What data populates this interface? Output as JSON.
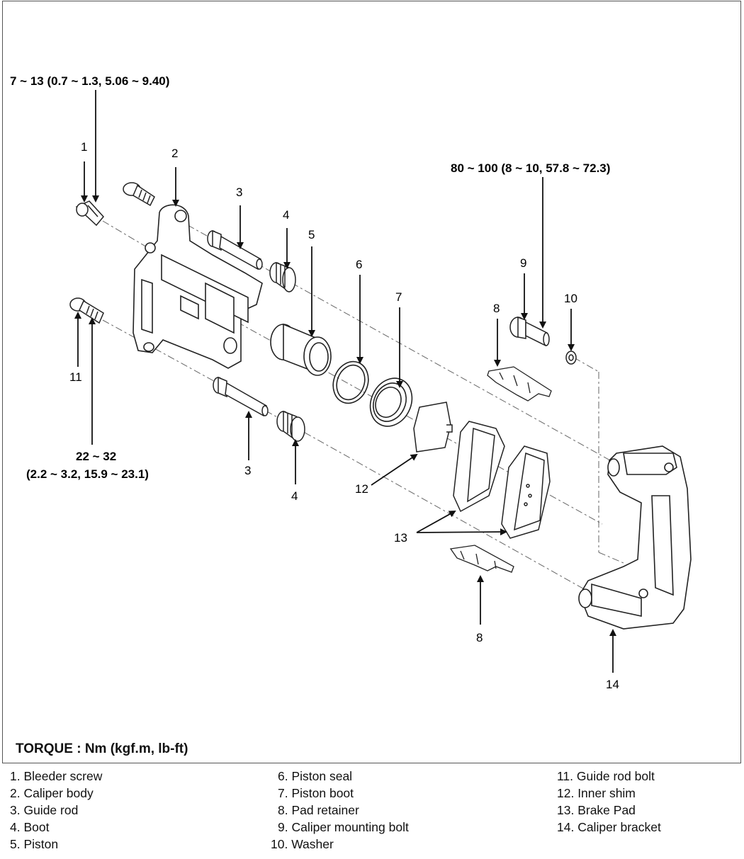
{
  "torque_specs": {
    "bleeder": "7 ~ 13 (0.7 ~ 1.3, 5.06 ~ 9.40)",
    "mounting_bolt": "80 ~ 100 (8 ~ 10, 57.8 ~ 72.3)",
    "guide_rod_bolt_line1": "22 ~ 32",
    "guide_rod_bolt_line2": "(2.2 ~ 3.2, 15.9 ~ 23.1)"
  },
  "callouts": {
    "c1": "1",
    "c2": "2",
    "c3_top": "3",
    "c3_bottom": "3",
    "c4_top": "4",
    "c4_bottom": "4",
    "c5": "5",
    "c6": "6",
    "c7": "7",
    "c8_top": "8",
    "c8_bottom": "8",
    "c9": "9",
    "c10": "10",
    "c11": "11",
    "c12": "12",
    "c13": "13",
    "c14": "14"
  },
  "torque_footer": "TORQUE : Nm (kgf.m, lb-ft)",
  "legend": [
    "1. Bleeder screw",
    "2. Caliper  body",
    "3. Guide rod",
    "4. Boot",
    "5. Piston",
    "6. Piston seal",
    "7. Piston boot",
    "8. Pad retainer",
    "9. Caliper mounting bolt",
    "10. Washer",
    "11. Guide rod bolt",
    "12. Inner shim",
    "13. Brake Pad",
    "14. Caliper bracket"
  ]
}
